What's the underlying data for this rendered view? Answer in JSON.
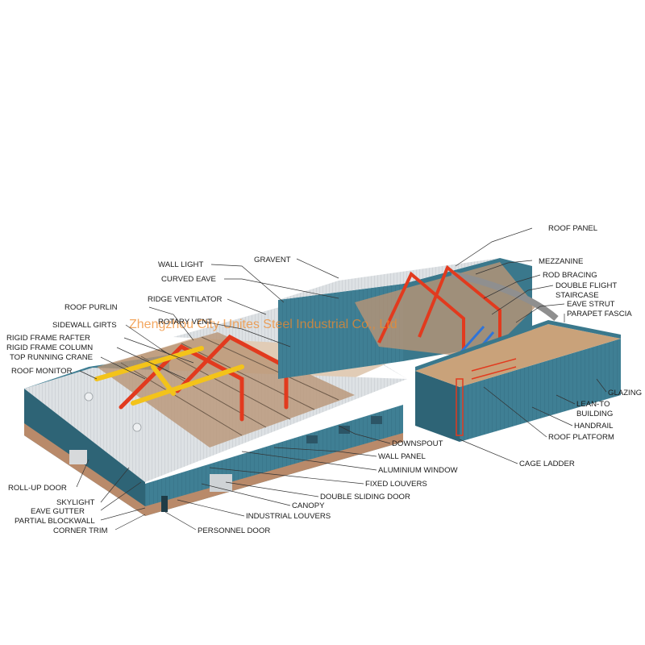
{
  "watermark": "Zhengzhou City Unites Steel Industrial Co., Ltd",
  "colors": {
    "wall": "#3f7f94",
    "wall_dark": "#2e6476",
    "roof": "#d9dde0",
    "frame": "#e23a1e",
    "crane": "#f3c31a",
    "floor": "#c9a27a",
    "accent": "#f08a2c"
  },
  "labels": {
    "roof_panel": "ROOF PANEL",
    "gravent": "GRAVENT",
    "mezzanine": "MEZZANINE",
    "wall_light": "WALL LIGHT",
    "rod_bracing": "ROD BRACING",
    "curved_eave": "CURVED EAVE",
    "double_flight": "DOUBLE FLIGHT",
    "staircase": "STAIRCASE",
    "ridge_ventilator": "RIDGE VENTILATOR",
    "eave_strut": "EAVE STRUT",
    "roof_purlin": "ROOF PURLIN",
    "parapet_fascia": "PARAPET FASCIA",
    "rotary_vent": "ROTARY VENT",
    "sidewall_girts": "SIDEWALL GIRTS",
    "rigid_frame_rafter": "RIGID FRAME RAFTER",
    "rigid_frame_column": "RIGID FRAME COLUMN",
    "top_running_crane": "TOP RUNNING CRANE",
    "roof_monitor": "ROOF MONITOR",
    "glazing": "GLAZING",
    "lean_to": "LEAN-TO",
    "building": "BUILDING",
    "handrail": "HANDRAIL",
    "roof_platform": "ROOF PLATFORM",
    "downspout": "DOWNSPOUT",
    "wall_panel": "WALL PANEL",
    "cage_ladder": "CAGE LADDER",
    "aluminium_window": "ALUMINIUM WINDOW",
    "fixed_louvers": "FIXED LOUVERS",
    "roll_up_door": "ROLL-UP DOOR",
    "double_sliding_door": "DOUBLE SLIDING DOOR",
    "skylight": "SKYLIGHT",
    "canopy": "CANOPY",
    "eave_gutter": "EAVE GUTTER",
    "industrial_louvers": "INDUSTRIAL LOUVERS",
    "partial_blockwall": "PARTIAL BLOCKWALL",
    "corner_trim": "CORNER TRIM",
    "personnel_door": "PERSONNEL DOOR"
  }
}
